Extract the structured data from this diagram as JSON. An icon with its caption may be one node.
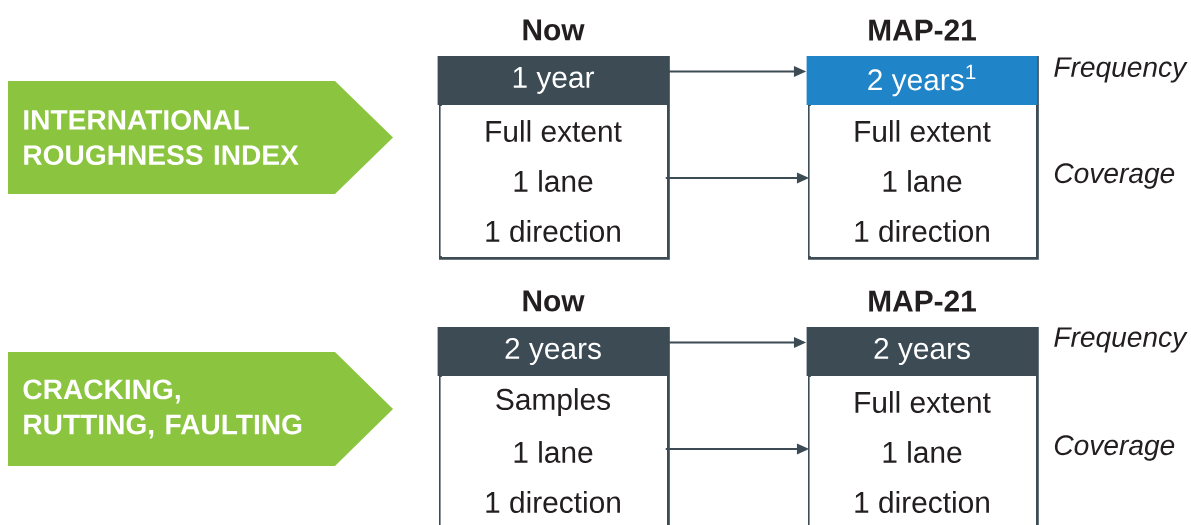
{
  "diagram": {
    "nodes": [
      {
        "text": [
          "INTERNATIONAL ROUGHNESS INDEX"
        ]
      },
      {
        "text": [
          "Now"
        ]
      },
      {
        "text": [
          "1 year"
        ],
        "in": 1
      },
      {
        "text": [
          "Full extent"
        ],
        "in": 1
      },
      {
        "text": [
          "1 lane"
        ],
        "in": 1
      },
      {
        "text": [
          "1 direction"
        ],
        "in": 1
      },
      {
        "text": [
          "MAP-21"
        ]
      },
      {
        "text": [
          "2 years$^{1}$"
        ],
        "in": 6
      },
      {
        "text": [
          "Full extent"
        ],
        "in": 6
      },
      {
        "text": [
          "1 lane"
        ],
        "in": 6
      },
      {
        "text": [
          "1 direction"
        ],
        "in": 6
      },
      {
        "text": [
          "CRACKING, RUTTING, FAULTING"
        ]
      },
      {
        "text": [
          "Now"
        ]
      },
      {
        "text": [
          "2 years"
        ],
        "in": 12
      },
      {
        "text": [
          "Samples"
        ],
        "in": 12
      },
      {
        "text": [
          "1 lane"
        ],
        "in": 12
      },
      {
        "text": [
          "1 direction"
        ],
        "in": 12
      },
      {
        "text": [
          "MAP-21"
        ]
      },
      {
        "text": [
          "2 years"
        ],
        "in": 17
      },
      {
        "text": [
          "Full extent"
        ],
        "in": 17
      },
      {
        "text": [
          "1 lane"
        ],
        "in": 17
      },
      {
        "text": [
          "1 direction"
        ],
        "in": 17
      }
    ],
    "edges": [
      {
        "from": 2,
        "to": 7,
        "arrow": "to"
      },
      {
        "from": 4,
        "to": 9,
        "arrow": "to"
      },
      {
        "from": 13,
        "to": 18,
        "arrow": "to"
      },
      {
        "from": 15,
        "to": 20,
        "arrow": "to"
      }
    ],
    "labels": [
      "Frequency",
      "Coverage",
      "Frequency",
      "Coverage"
    ]
  }
}
